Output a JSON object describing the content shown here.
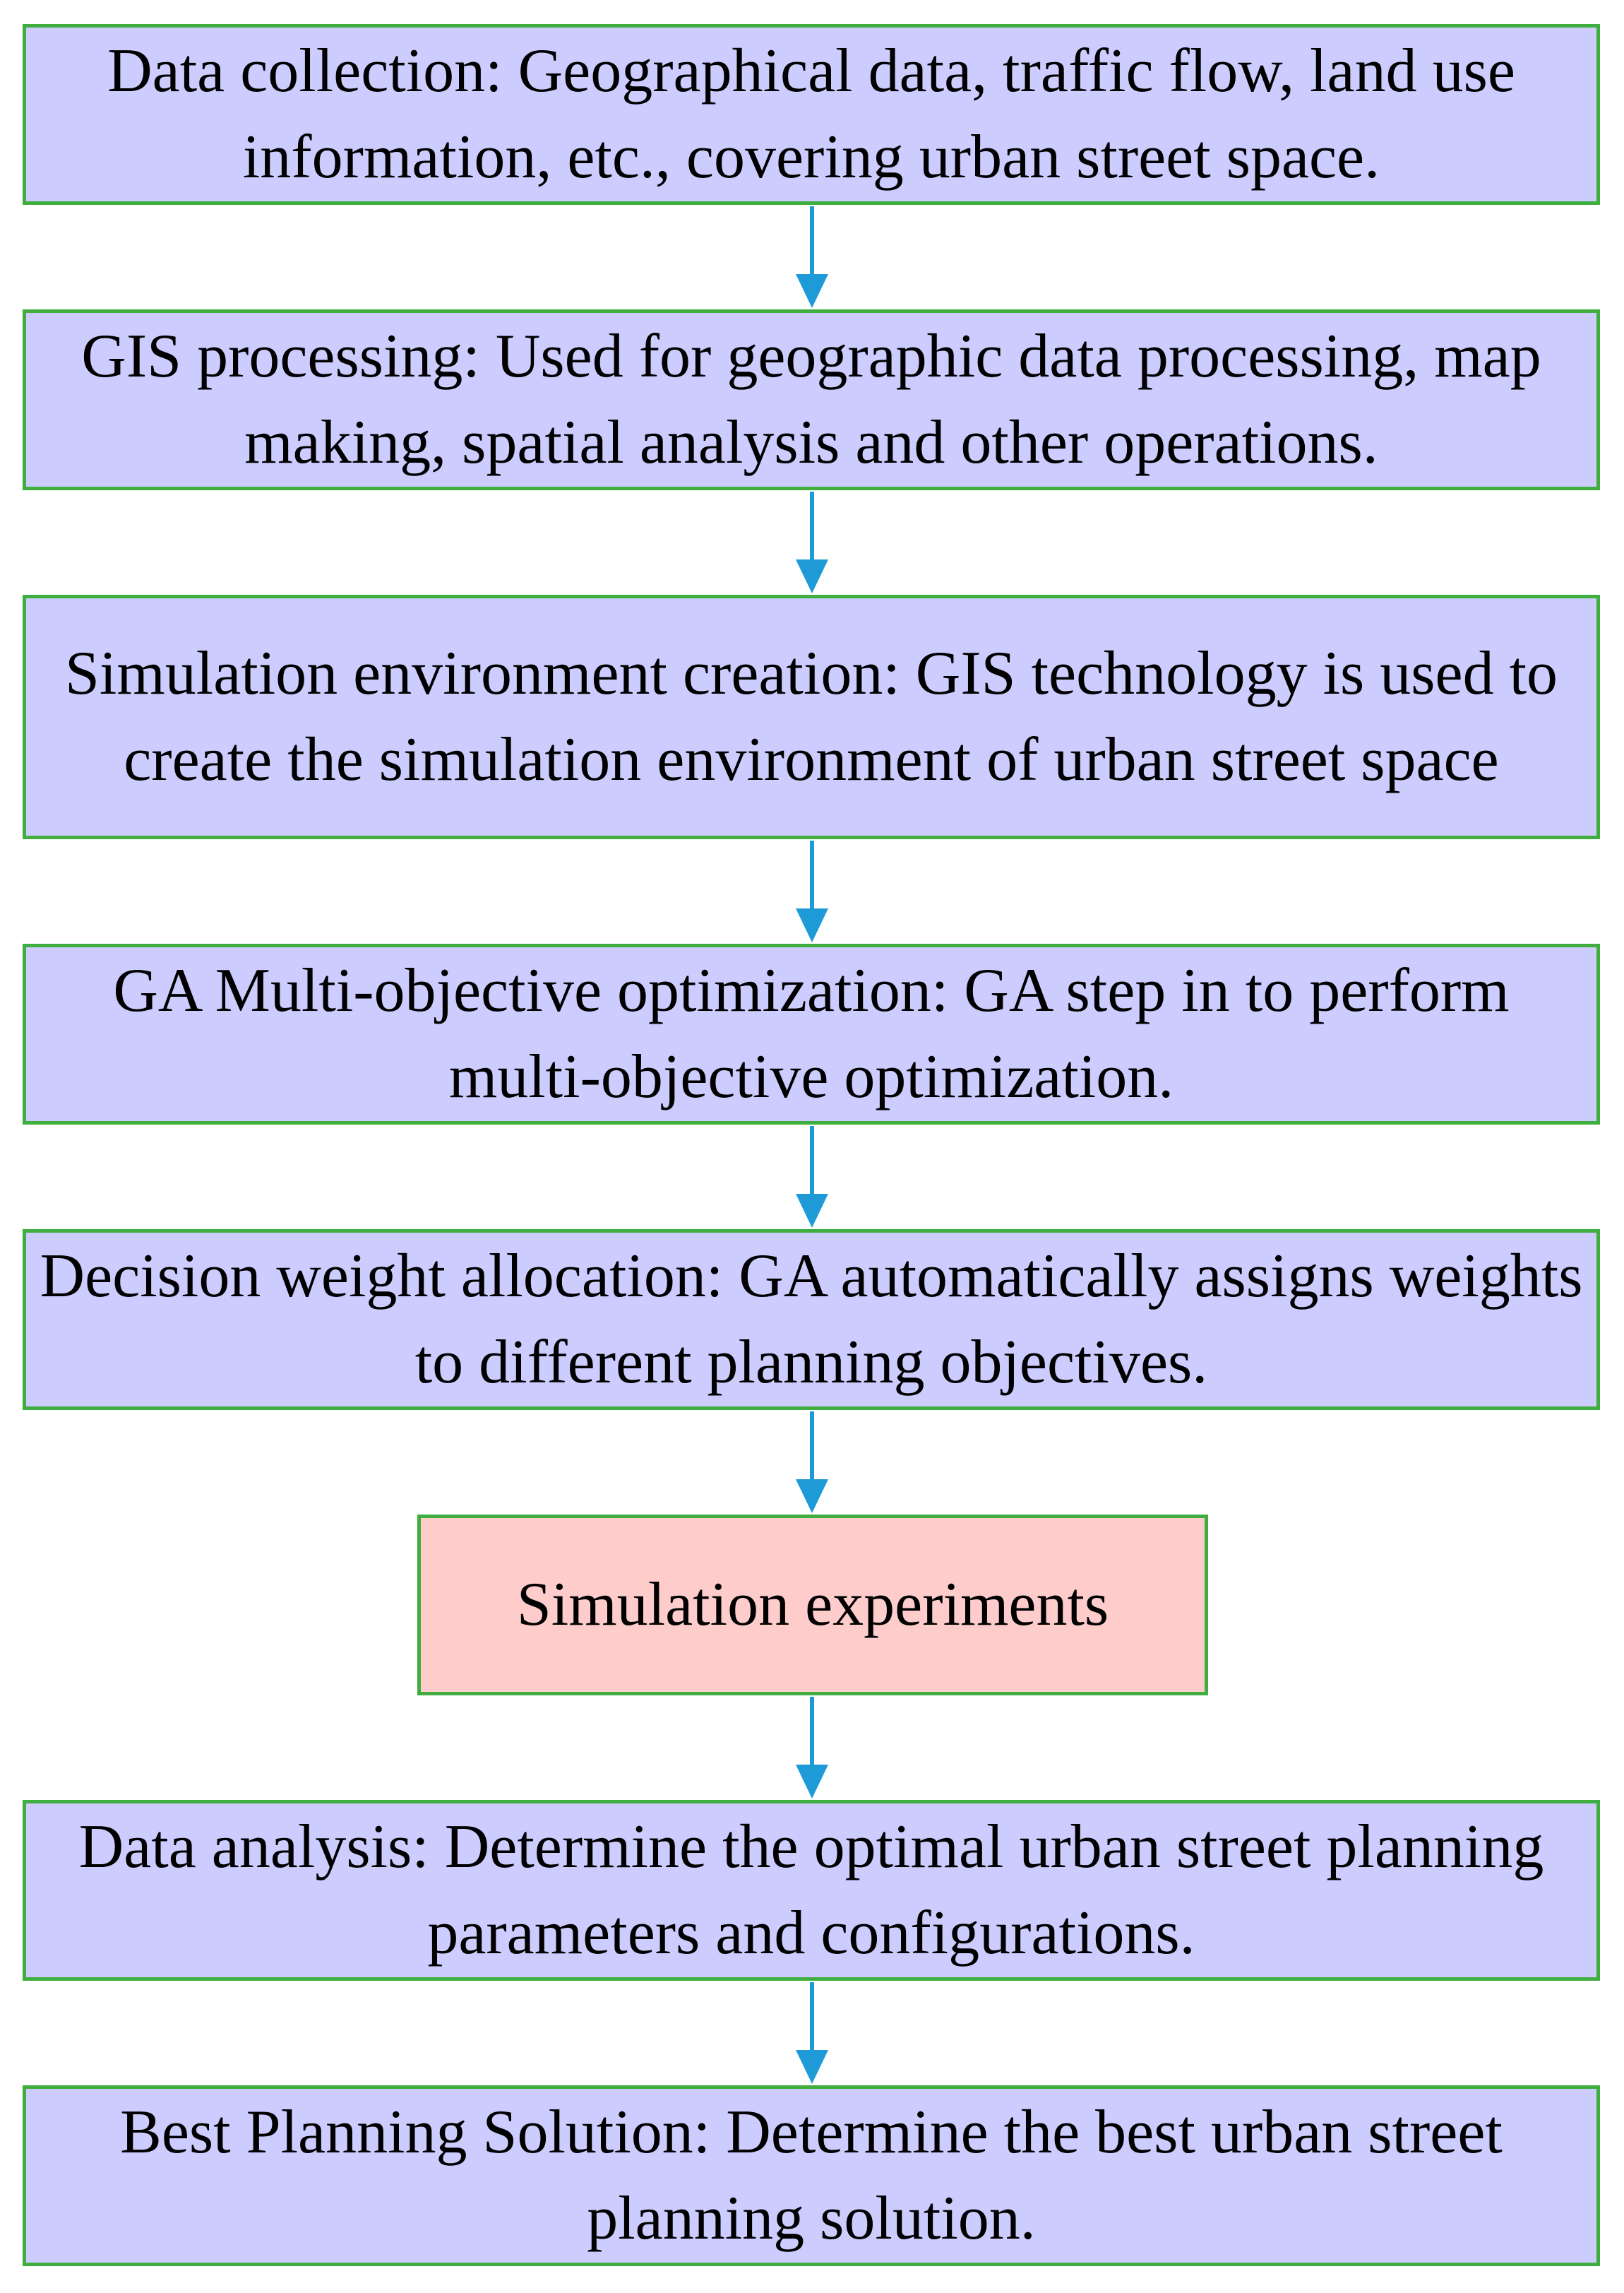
{
  "colors": {
    "node_fill": "#ccccff",
    "highlight_fill": "#ffcccc",
    "node_border": "#3fae3f",
    "arrow": "#1e9bd7"
  },
  "flowchart": {
    "steps": [
      {
        "text": "Data collection: Geographical data, traffic flow, land use information, etc., covering urban street space."
      },
      {
        "text": "GIS processing: Used for geographic data processing, map making, spatial analysis and other operations."
      },
      {
        "text": "Simulation environment creation: GIS technology is used to create the simulation environment of urban street space"
      },
      {
        "text": "GA Multi-objective optimization: GA step in to perform multi-objective optimization."
      },
      {
        "text": "Decision weight allocation: GA automatically assigns weights to different planning objectives."
      },
      {
        "text": "Simulation experiments"
      },
      {
        "text": "Data analysis: Determine the optimal urban street planning parameters and configurations."
      },
      {
        "text": "Best Planning Solution: Determine the best urban street planning solution."
      }
    ],
    "connections": [
      {
        "from": 0,
        "to": 1
      },
      {
        "from": 1,
        "to": 2
      },
      {
        "from": 2,
        "to": 3
      },
      {
        "from": 3,
        "to": 4
      },
      {
        "from": 4,
        "to": 5
      },
      {
        "from": 5,
        "to": 6
      },
      {
        "from": 6,
        "to": 7
      }
    ]
  }
}
